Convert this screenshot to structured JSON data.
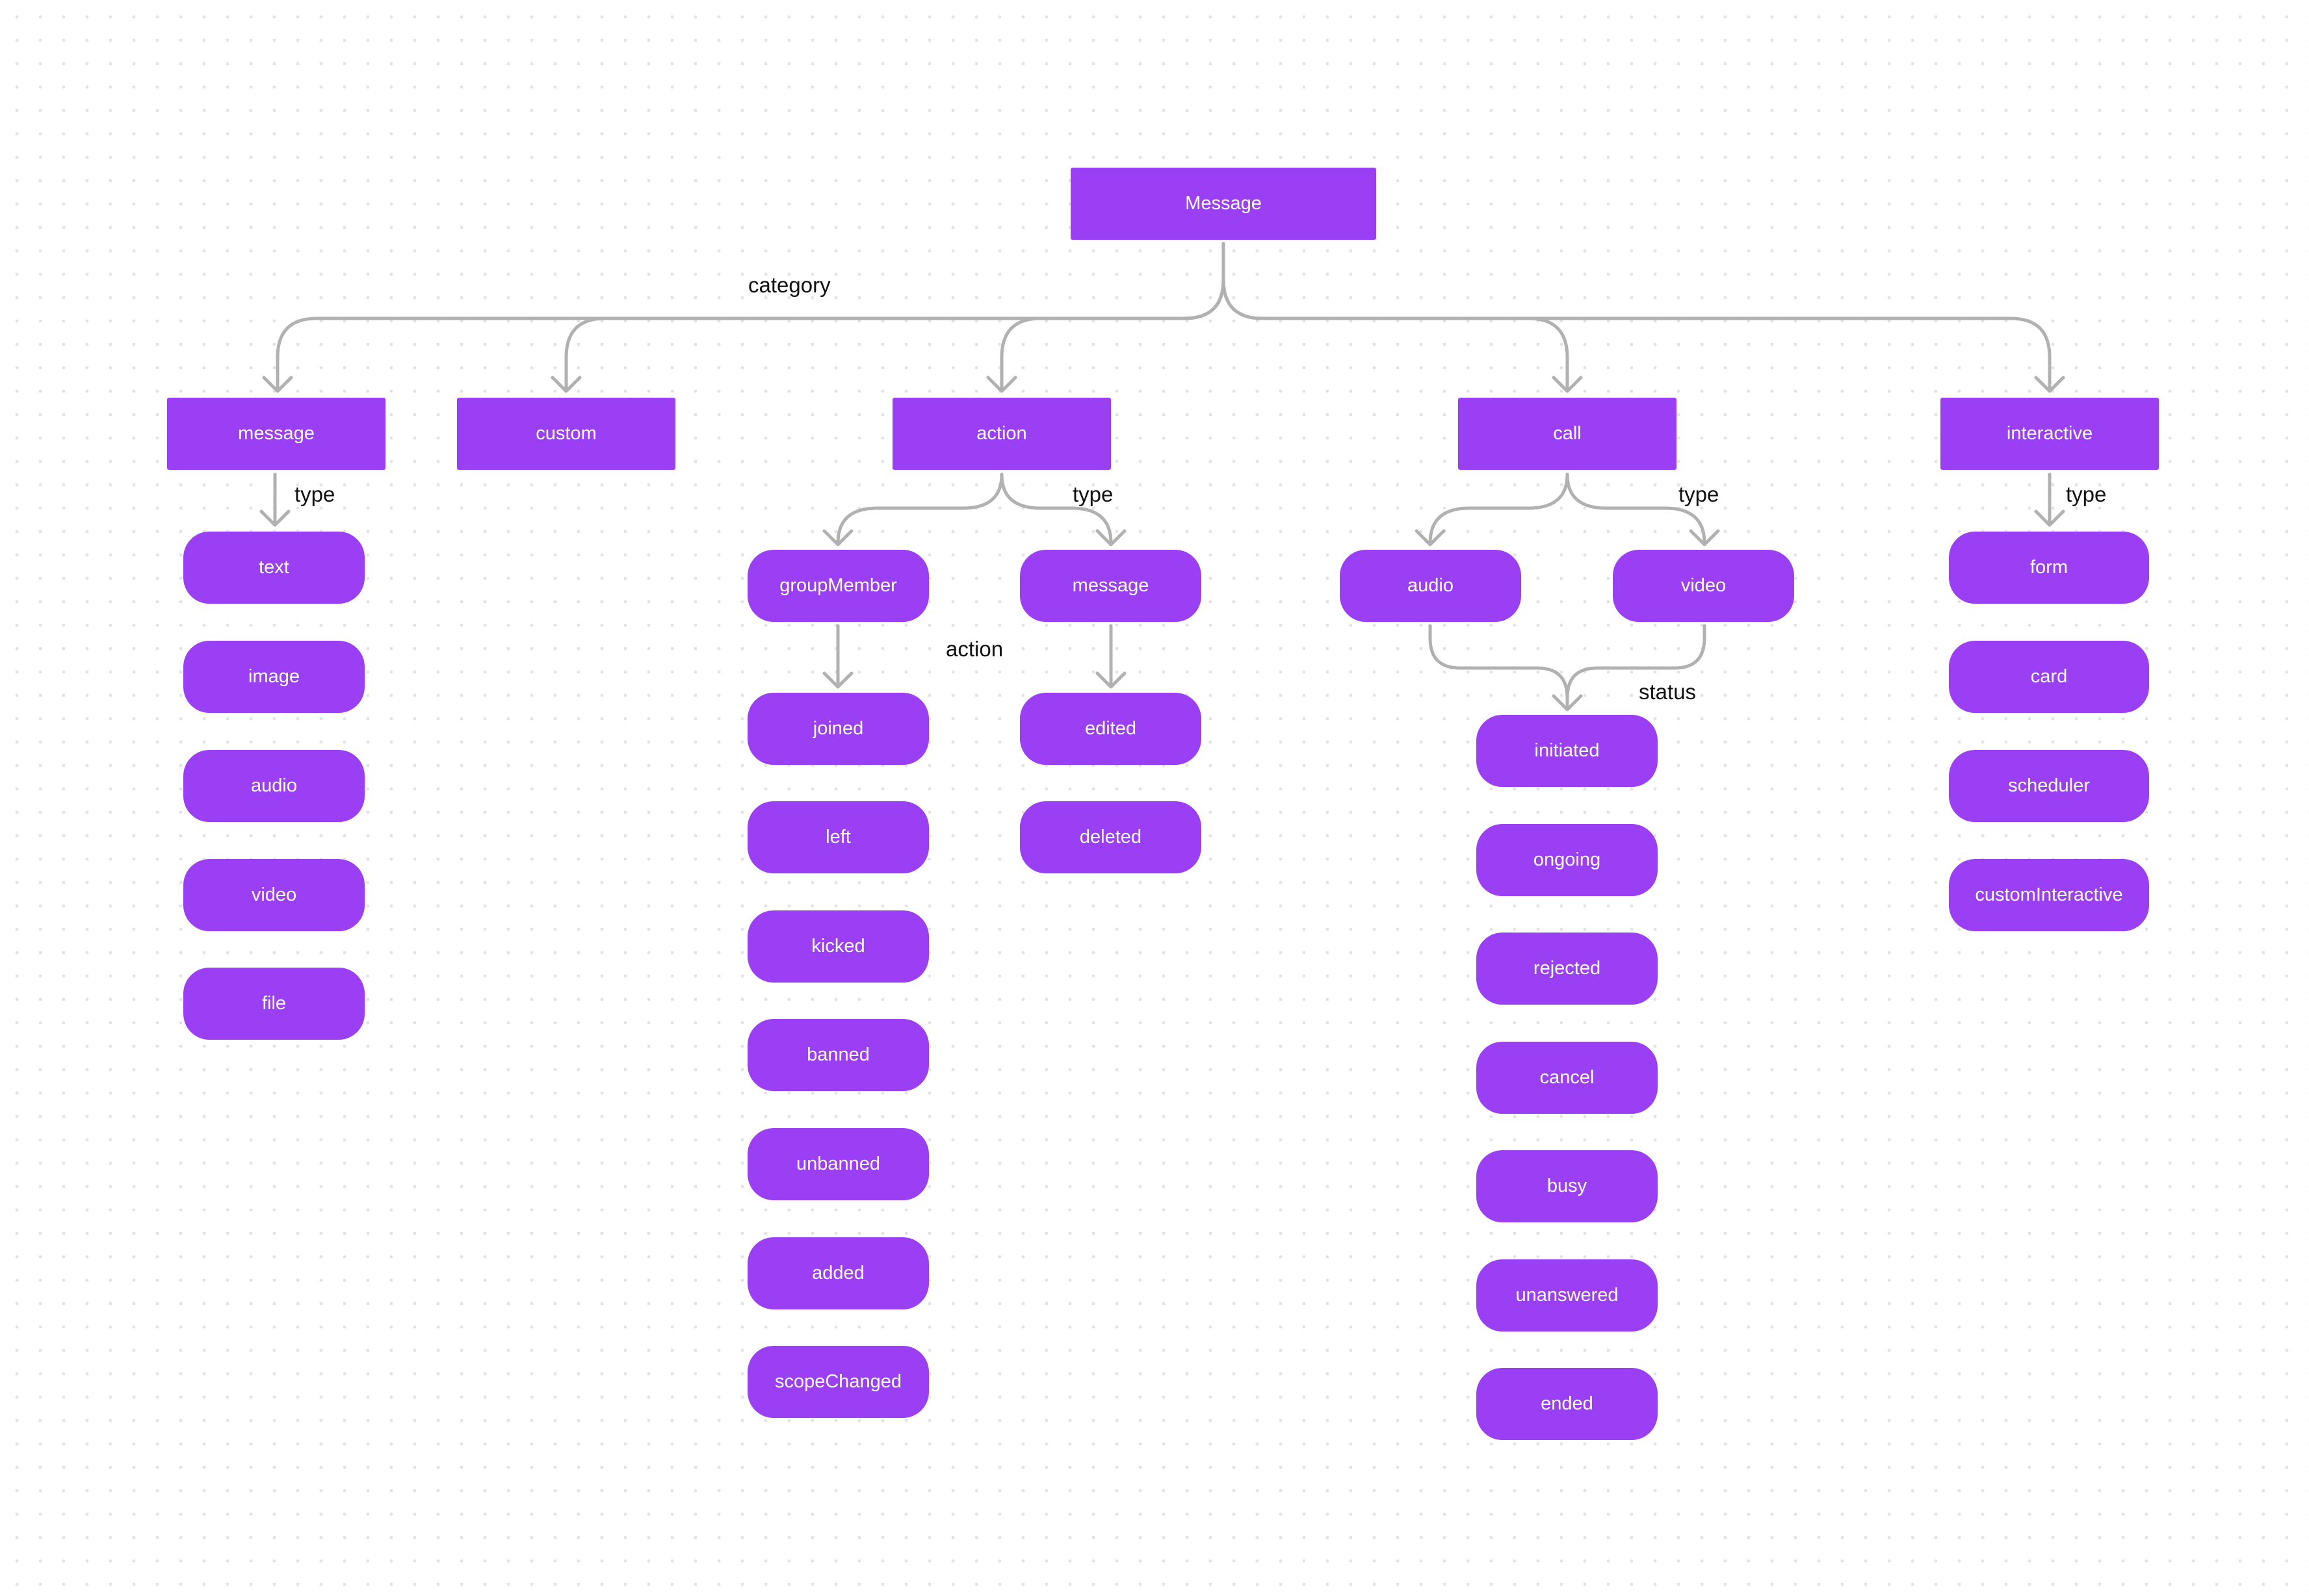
{
  "root": {
    "label": "Message"
  },
  "labels": {
    "category": "category",
    "message_type": "type",
    "action_type": "type",
    "action_action": "action",
    "call_type": "type",
    "call_status": "status",
    "interactive_type": "type"
  },
  "categories": {
    "message": {
      "label": "message",
      "types": [
        "text",
        "image",
        "audio",
        "video",
        "file"
      ]
    },
    "custom": {
      "label": "custom"
    },
    "action": {
      "label": "action",
      "types": [
        {
          "label": "groupMember",
          "actions": [
            "joined",
            "left",
            "kicked",
            "banned",
            "unbanned",
            "added",
            "scopeChanged"
          ]
        },
        {
          "label": "message",
          "actions": [
            "edited",
            "deleted"
          ]
        }
      ]
    },
    "call": {
      "label": "call",
      "types": [
        "audio",
        "video"
      ],
      "statuses": [
        "initiated",
        "ongoing",
        "rejected",
        "cancel",
        "busy",
        "unanswered",
        "ended"
      ]
    },
    "interactive": {
      "label": "interactive",
      "types": [
        "form",
        "card",
        "scheduler",
        "customInteractive"
      ]
    }
  },
  "colors": {
    "node": "#9b3ff5",
    "node_text": "#ffffff",
    "connector": "#b1b1b1",
    "label": "#111111",
    "background": "#ffffff"
  }
}
